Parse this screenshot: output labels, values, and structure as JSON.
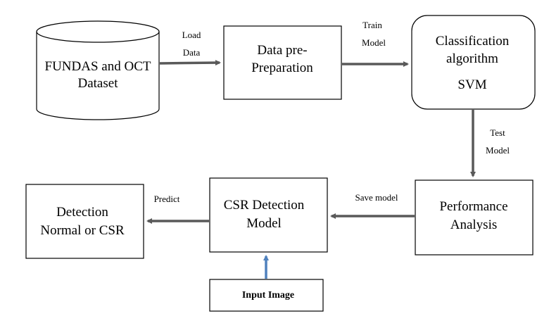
{
  "nodes": {
    "dataset": {
      "line1": "FUNDAS and OCT",
      "line2": "Dataset"
    },
    "preprocessing": {
      "line1": "Data pre-",
      "line2": "Preparation"
    },
    "classifier": {
      "line1": "Classification",
      "line2": "algorithm",
      "line3": "SVM"
    },
    "performance": {
      "line1": "Performance",
      "line2": "Analysis"
    },
    "csr_model": {
      "line1": "CSR Detection",
      "line2": "Model"
    },
    "detection": {
      "line1": "Detection",
      "line2": "Normal or CSR"
    },
    "input_image": {
      "label": "Input Image"
    }
  },
  "edges": {
    "load_data": {
      "line1": "Load",
      "line2": "Data"
    },
    "train_model": {
      "line1": "Train",
      "line2": "Model"
    },
    "test_model": {
      "line1": "Test",
      "line2": "Model"
    },
    "save_model": {
      "label": "Save model"
    },
    "predict": {
      "label": "Predict"
    }
  },
  "colors": {
    "arrow": "#595959",
    "input_arrow": "#4f81bd",
    "border": "#000000"
  }
}
